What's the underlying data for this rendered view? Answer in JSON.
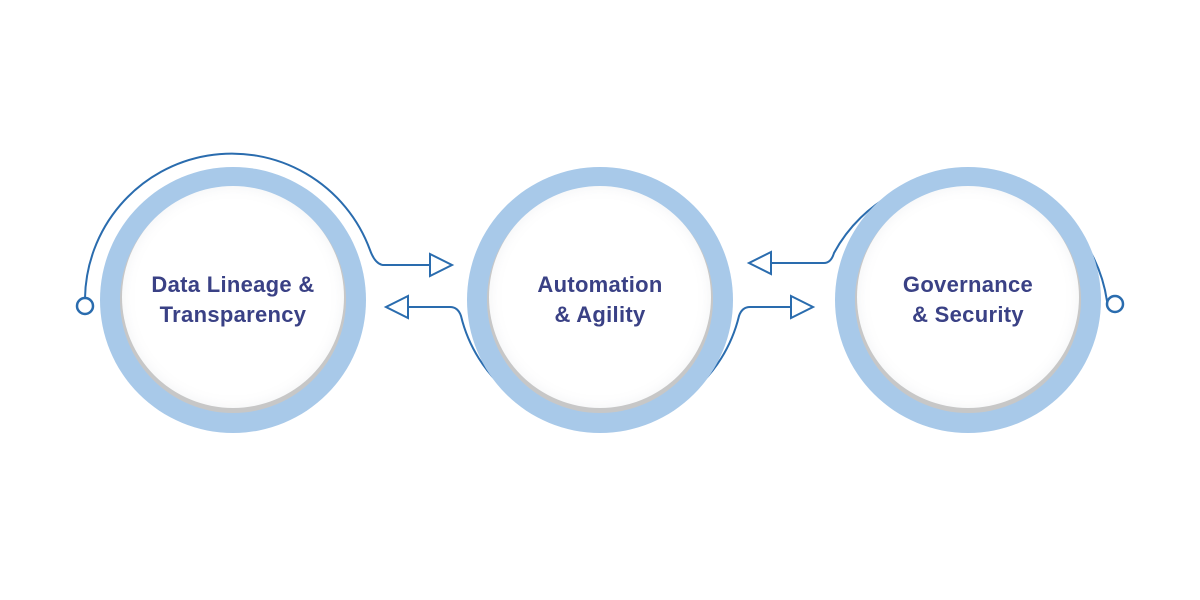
{
  "diagram": {
    "type": "three-node-process-loop",
    "nodes": [
      {
        "id": "data-lineage",
        "line1": "Data Lineage &",
        "line2": "Transparency"
      },
      {
        "id": "automation",
        "line1": "Automation",
        "line2": "& Agility"
      },
      {
        "id": "governance",
        "line1": "Governance",
        "line2": "& Security"
      }
    ],
    "connectors": [
      {
        "from": "data-lineage",
        "to": "automation",
        "style": "open-arrow-right"
      },
      {
        "from": "automation",
        "to": "data-lineage",
        "style": "open-arrow-left"
      },
      {
        "from": "governance",
        "to": "automation",
        "style": "open-arrow-left"
      },
      {
        "from": "automation",
        "to": "governance",
        "style": "open-arrow-right"
      }
    ],
    "colors": {
      "ring_blue": "#a8c9e9",
      "line_blue": "#2a6cae",
      "text_navy": "#3a4185",
      "inner_ring_gray": "#c7c7c7",
      "background": "#ffffff"
    }
  }
}
